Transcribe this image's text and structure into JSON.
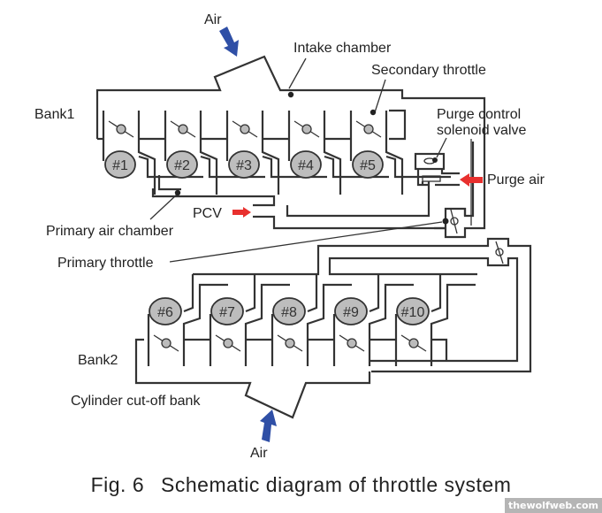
{
  "labels": {
    "air_top": "Air",
    "air_bottom": "Air",
    "intake_chamber": "Intake chamber",
    "secondary_throttle": "Secondary throttle",
    "bank1": "Bank1",
    "bank2": "Bank2",
    "purge_control_line1": "Purge control",
    "purge_control_line2": "solenoid valve",
    "purge_air": "Purge air",
    "pcv": "PCV",
    "primary_air_chamber": "Primary air chamber",
    "primary_throttle": "Primary throttle",
    "cylinder_cutoff_bank": "Cylinder cut-off bank"
  },
  "bank1_cylinders": [
    "#1",
    "#2",
    "#3",
    "#4",
    "#5"
  ],
  "bank2_cylinders": [
    "#6",
    "#7",
    "#8",
    "#9",
    "#10"
  ],
  "caption": {
    "figure": "Fig. 6",
    "title": "Schematic diagram of throttle system"
  },
  "watermark": "thewolfweb.com",
  "colors": {
    "air_arrow": "#2f4fa6",
    "purge_arrow": "#e8302e",
    "cylinder_fill": "#bdbdbd",
    "line": "#333333"
  }
}
